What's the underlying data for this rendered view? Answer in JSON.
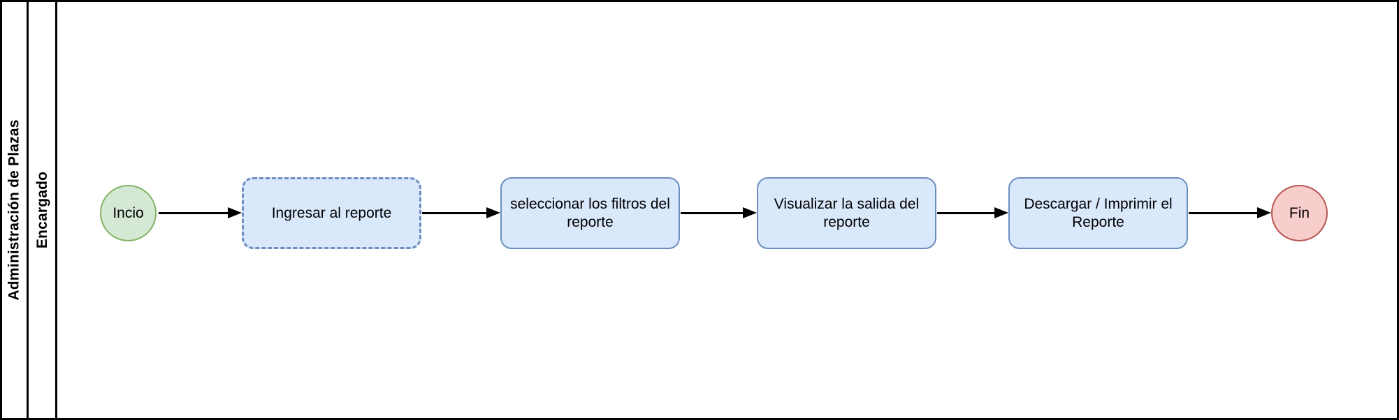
{
  "diagram": {
    "type": "flowchart-swimlane",
    "pool_label": "Administración de Plazas",
    "lane_label": "Encargado",
    "nodes": [
      {
        "id": "start",
        "shape": "circle",
        "label": "Incio",
        "fill": "#d5e8d4",
        "stroke": "#82b366"
      },
      {
        "id": "ingresar",
        "shape": "rounded-box-dashed",
        "label": "Ingresar al reporte",
        "fill": "#dae8fc",
        "stroke": "#6c8ebf"
      },
      {
        "id": "filtros",
        "shape": "rounded-box",
        "label": "seleccionar los filtros del reporte",
        "fill": "#dae8fc",
        "stroke": "#6c8ebf"
      },
      {
        "id": "visualizar",
        "shape": "rounded-box",
        "label": "Visualizar la salida del reporte",
        "fill": "#dae8fc",
        "stroke": "#6c8ebf"
      },
      {
        "id": "descargar",
        "shape": "rounded-box",
        "label": "Descargar / Imprimir el Reporte",
        "fill": "#dae8fc",
        "stroke": "#6c8ebf"
      },
      {
        "id": "end",
        "shape": "circle",
        "label": "Fin",
        "fill": "#f8cecc",
        "stroke": "#b85450"
      }
    ],
    "edges": [
      {
        "from": "start",
        "to": "ingresar"
      },
      {
        "from": "ingresar",
        "to": "filtros"
      },
      {
        "from": "filtros",
        "to": "visualizar"
      },
      {
        "from": "visualizar",
        "to": "descargar"
      },
      {
        "from": "descargar",
        "to": "end"
      }
    ],
    "colors": {
      "line": "#000000",
      "text": "#000000",
      "background": "#ffffff"
    }
  }
}
